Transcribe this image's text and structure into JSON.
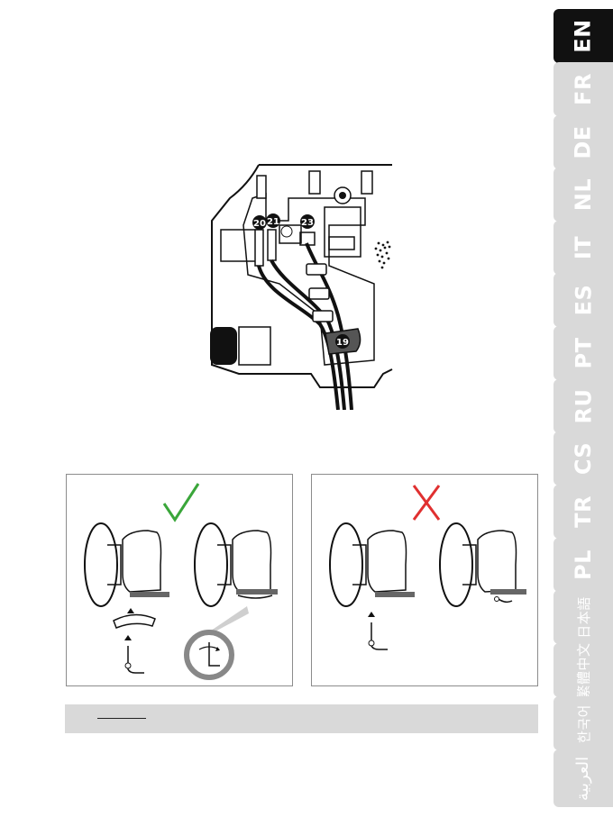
{
  "language_tabs": [
    {
      "label": "EN",
      "active": true
    },
    {
      "label": "FR",
      "active": false
    },
    {
      "label": "DE",
      "active": false
    },
    {
      "label": "NL",
      "active": false
    },
    {
      "label": "IT",
      "active": false
    },
    {
      "label": "ES",
      "active": false
    },
    {
      "label": "PT",
      "active": false
    },
    {
      "label": "RU",
      "active": false
    },
    {
      "label": "CS",
      "active": false
    },
    {
      "label": "TR",
      "active": false
    },
    {
      "label": "PL",
      "active": false
    },
    {
      "label": "日本語",
      "active": false
    },
    {
      "label": "繁體中文",
      "active": false
    },
    {
      "label": "한국어",
      "active": false
    },
    {
      "label": "العربية",
      "active": false
    }
  ],
  "figure_callouts": {
    "c19": "19",
    "c20": "20",
    "c21": "21",
    "c23": "23"
  },
  "correct_panel": {
    "mark": "check-icon",
    "mark_color": "#3aa63a"
  },
  "incorrect_panel": {
    "mark": "cross-icon",
    "mark_color": "#e03030"
  },
  "colors": {
    "tab_active": "#111111",
    "tab_inactive": "#d9d9d9",
    "note_bar": "#d9d9d9"
  }
}
